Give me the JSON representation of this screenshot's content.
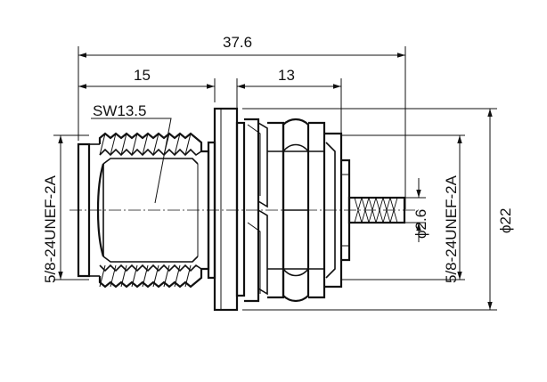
{
  "dimensions": {
    "overall_length": "37.6",
    "front_length": "15",
    "rear_length": "13",
    "wrench_size": "SW13.5",
    "front_thread": "5/8-24UNEF-2A",
    "rear_thread": "5/8-24UNEF-2A",
    "pin_diameter": "ϕ2.6",
    "flange_diameter": "ϕ22"
  },
  "colors": {
    "line": "#111111",
    "background": "#ffffff"
  }
}
